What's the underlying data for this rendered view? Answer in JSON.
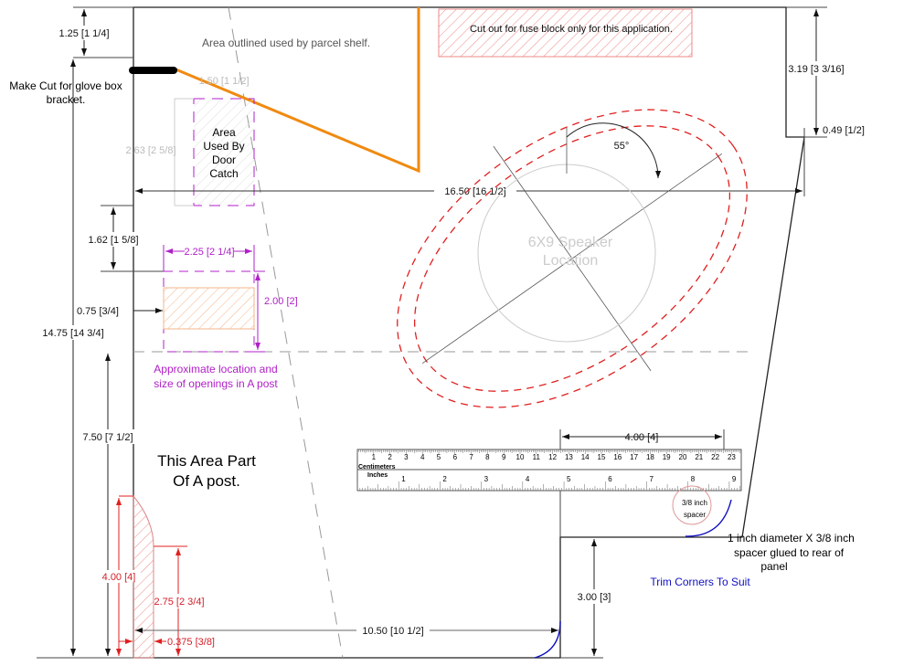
{
  "notes": {
    "parcel_shelf": "Area outlined used by parcel shelf.",
    "fuse_block": "Cut out for fuse block only for this application.",
    "glove_box_1": "Make Cut for glove box",
    "glove_box_2": "bracket.",
    "door_catch": [
      "Area",
      "Used By",
      "Door",
      "Catch"
    ],
    "speaker": [
      "6X9 Speaker",
      "Location"
    ],
    "a_post_openings_1": "Approximate location and",
    "a_post_openings_2": "size of openings in A post",
    "a_post_area_1": "This Area Part",
    "a_post_area_2": "Of A post.",
    "spacer_label": [
      "3/8 inch",
      "spacer"
    ],
    "spacer_note": [
      "1 inch diameter X 3/8 inch",
      "spacer glued to rear of",
      "panel"
    ],
    "trim_corners": "Trim Corners To Suit"
  },
  "dimensions": {
    "d_1_25": "1.25 [1 1/4]",
    "d_1_50": "1.50 [1 1/2]",
    "d_2_63": "2.63 [2 5/8]",
    "d_16_50": "16.50 [16 1/2]",
    "d_3_19": "3.19 [3 3/16]",
    "d_0_49": "0.49 [1/2]",
    "d_55": "55°",
    "d_1_62": "1.62 [1 5/8]",
    "d_2_25": "2.25 [2 1/4]",
    "d_2_00": "2.00 [2]",
    "d_0_75": "0.75 [3/4]",
    "d_14_75": "14.75 [14 3/4]",
    "d_7_50": "7.50 [7 1/2]",
    "d_4_00_top": "4.00 [4]",
    "d_4_00_red": "4.00 [4]",
    "d_2_75": "2.75 [2 3/4]",
    "d_0_375": "0.375 [3/8]",
    "d_10_50": "10.50 [10 1/2]",
    "d_3_00": "3.00 [3]"
  },
  "ruler": {
    "cm_label": "Centimeters",
    "in_label": "Inches",
    "cm_ticks": [
      "1",
      "2",
      "3",
      "4",
      "5",
      "6",
      "7",
      "8",
      "9",
      "10",
      "11",
      "12",
      "13",
      "14",
      "15",
      "16",
      "17",
      "18",
      "19",
      "20",
      "21",
      "22",
      "23"
    ],
    "in_ticks": [
      "1",
      "2",
      "3",
      "4",
      "5",
      "6",
      "7",
      "8",
      "9"
    ]
  },
  "colors": {
    "orange": "#f08a10",
    "red": "#e02020",
    "purple": "#b020c8",
    "blue": "#1010c0"
  }
}
